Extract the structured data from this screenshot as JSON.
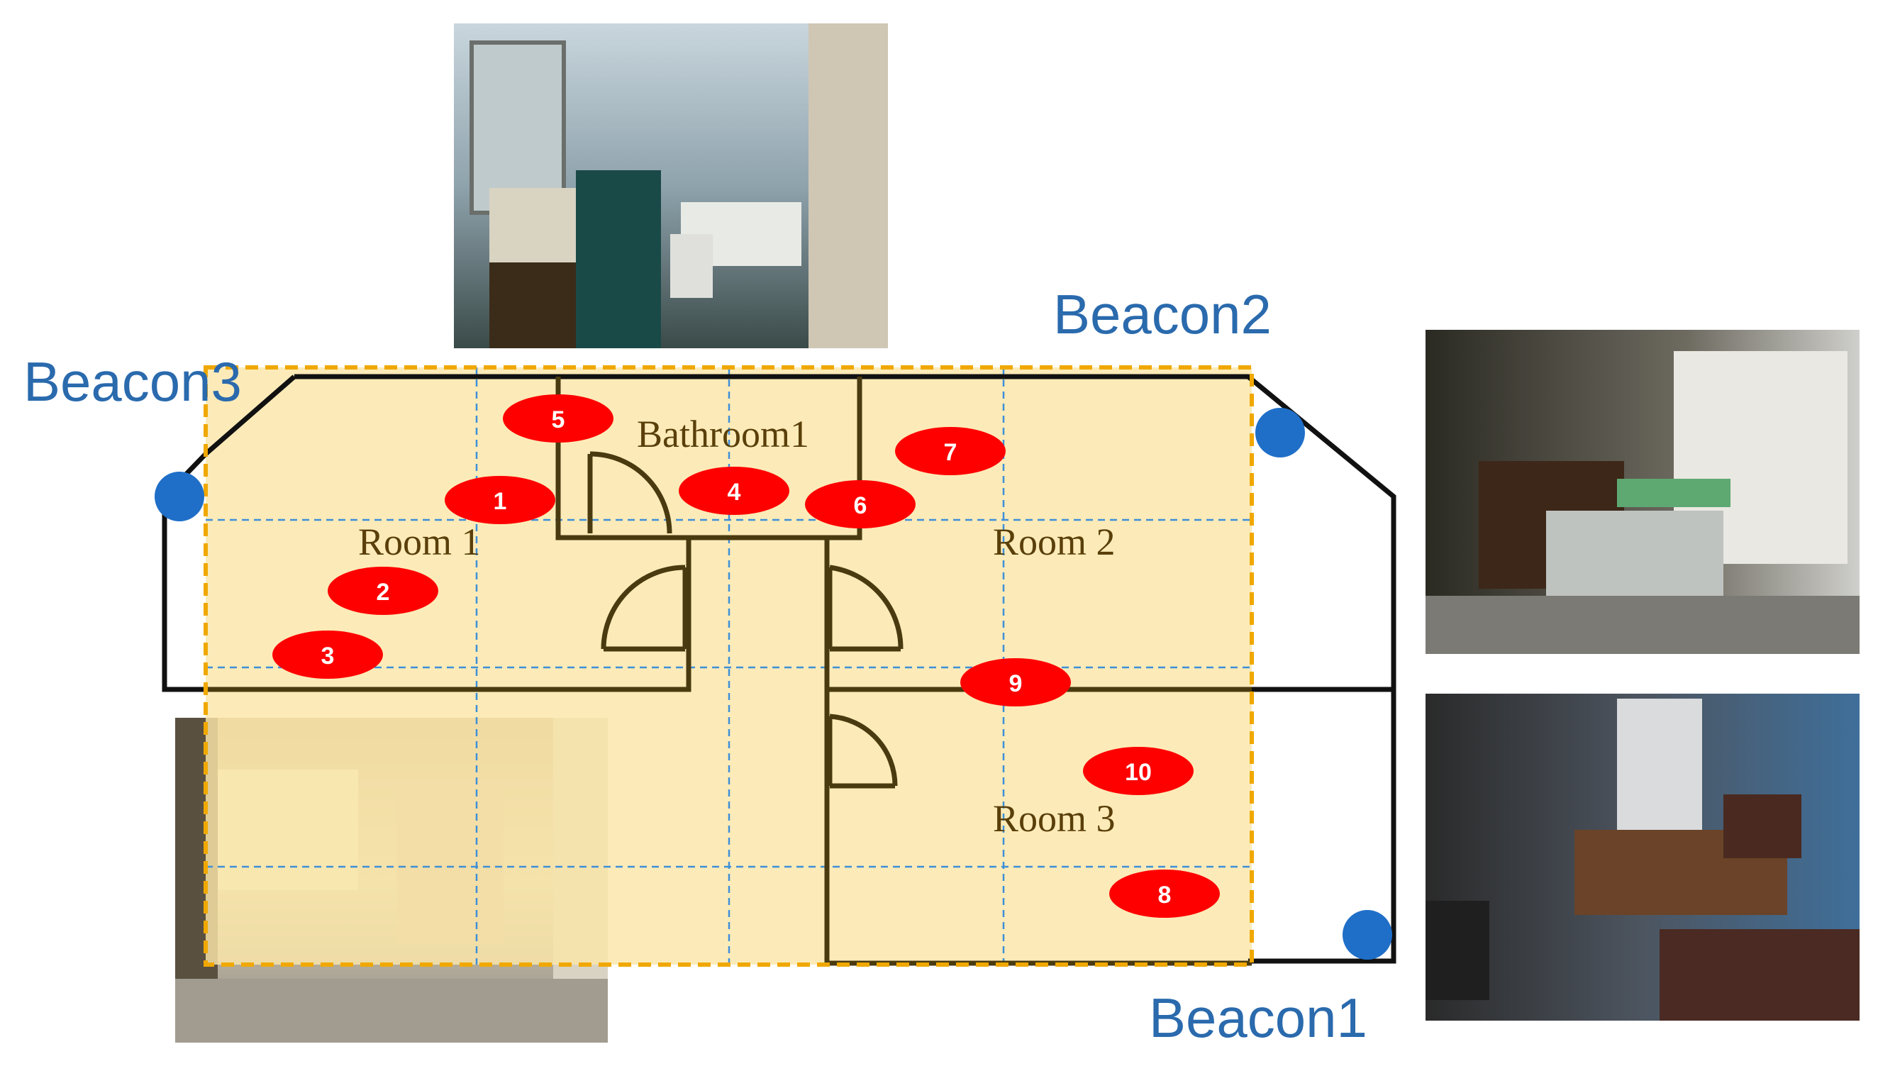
{
  "beacons": [
    {
      "label": "Beacon1"
    },
    {
      "label": "Beacon2"
    },
    {
      "label": "Beacon3"
    }
  ],
  "rooms": [
    {
      "label": "Room 1"
    },
    {
      "label": "Room 2"
    },
    {
      "label": "Room 3"
    },
    {
      "label": "Bathroom1"
    }
  ],
  "markers": [
    "1",
    "2",
    "3",
    "4",
    "5",
    "6",
    "7",
    "8",
    "9",
    "10"
  ],
  "photos": [
    {
      "name": "bathroom-photo"
    },
    {
      "name": "room2-photo"
    },
    {
      "name": "room3-photo"
    },
    {
      "name": "room1-photo"
    }
  ],
  "colors": {
    "beacon": "#1f6fc8",
    "beacon_text": "#2a6aad",
    "marker": "#ff0000",
    "floor_fill": "#fbe6a8",
    "wall": "#4a3a10",
    "outer_wall": "#111111",
    "boundary": "#f0a800",
    "grid": "#3f8fd8"
  }
}
